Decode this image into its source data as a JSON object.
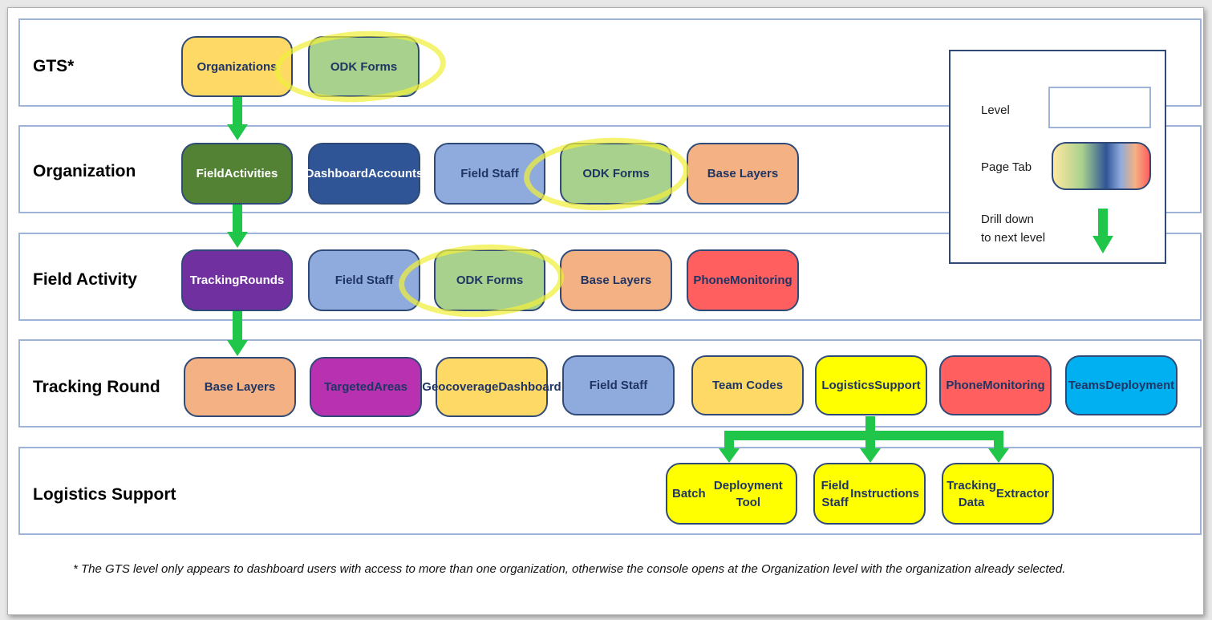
{
  "levels": {
    "gts": "GTS*",
    "organization": "Organization",
    "field_activity": "Field Activity",
    "tracking_round": "Tracking Round",
    "logistics_support": "Logistics Support"
  },
  "tabs": {
    "gts": {
      "organizations": [
        "Organizations"
      ],
      "odk_forms": [
        "ODK Forms"
      ]
    },
    "organization": {
      "field_activities": [
        "Field",
        "Activities"
      ],
      "dashboard_accounts": [
        "Dashboard",
        "Accounts"
      ],
      "field_staff": [
        "Field Staff"
      ],
      "odk_forms": [
        "ODK Forms"
      ],
      "base_layers": [
        "Base Layers"
      ]
    },
    "field_activity": {
      "tracking_rounds": [
        "Tracking",
        "Rounds"
      ],
      "field_staff": [
        "Field Staff"
      ],
      "odk_forms": [
        "ODK Forms"
      ],
      "base_layers": [
        "Base Layers"
      ],
      "phone_monitoring": [
        "Phone",
        "Monitoring"
      ]
    },
    "tracking_round": {
      "base_layers": [
        "Base Layers"
      ],
      "targeted_areas": [
        "Targeted",
        "Areas"
      ],
      "geocoverage_dashboard": [
        "Geocoverage",
        "Dashboard"
      ],
      "field_staff": [
        "Field Staff"
      ],
      "team_codes": [
        "Team Codes"
      ],
      "logistics_support": [
        "Logistics",
        "Support"
      ],
      "phone_monitoring": [
        "Phone",
        "Monitoring"
      ],
      "teams_deployment": [
        "Teams",
        "Deployment"
      ]
    },
    "logistics_support": {
      "batch_deployment_tool": [
        "Batch",
        "Deployment Tool"
      ],
      "field_staff_instructions": [
        "Field Staff",
        "Instructions"
      ],
      "tracking_data_extractor": [
        "Tracking Data",
        "Extractor"
      ]
    }
  },
  "legend": {
    "level": "Level",
    "page_tab": "Page Tab",
    "drill_down": [
      "Drill down",
      "to next level"
    ]
  },
  "footnote": "* The GTS level only appears to dashboard users with access to more than one organization, otherwise the console opens at the Organization level with the organization already selected.",
  "colors": {
    "level_border": "#9db3d8",
    "tab_border": "#2f4a78",
    "arrow": "#1fc64a",
    "highlight": "#f0f03c",
    "orange_yellow": "#ffd966",
    "green_light": "#a9d18e",
    "green_dark": "#548235",
    "navy": "#2f5597",
    "blue_light": "#8faadc",
    "peach": "#f4b183",
    "purple": "#7030a0",
    "magenta": "#b831b0",
    "red": "#ff5f5f",
    "yellow": "#ffff00",
    "sky": "#00b0f0"
  }
}
